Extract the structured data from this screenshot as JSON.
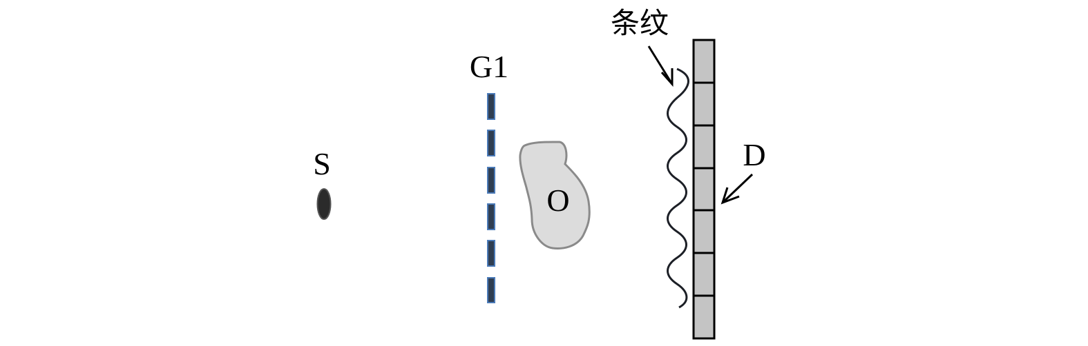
{
  "labels": {
    "source": "S",
    "grating": "G1",
    "object": "O",
    "fringes": "条纹",
    "detector": "D"
  },
  "colors": {
    "grating_fill": "#2f3e52",
    "grating_stroke": "#4a7ab8",
    "object_fill": "#dcdcdc",
    "object_stroke": "#8a8a8a",
    "detector_fill": "#c4c4c4",
    "source_fill": "#2b2b2b"
  }
}
